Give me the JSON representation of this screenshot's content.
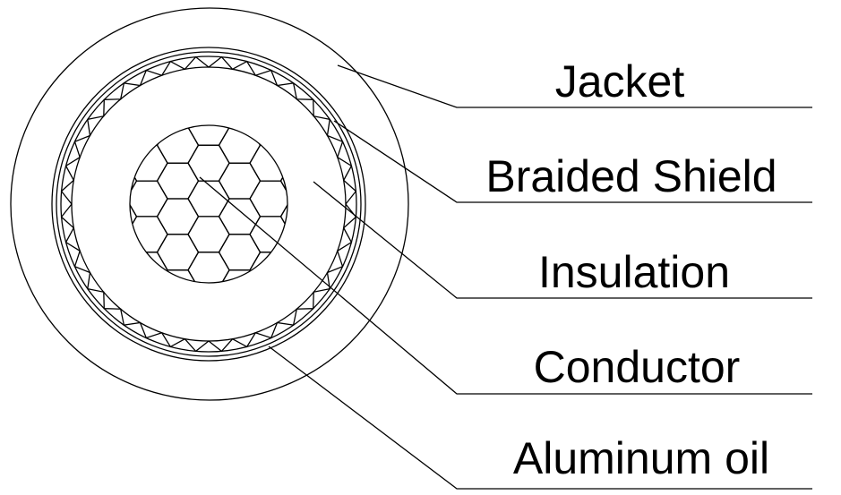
{
  "labels": {
    "jacket": "Jacket",
    "braided_shield": "Braided Shield",
    "insulation": "Insulation",
    "conductor": "Conductor",
    "aluminum_oil": "Aluminum oil"
  },
  "colors": {
    "line": "#000000",
    "background": "#ffffff"
  }
}
